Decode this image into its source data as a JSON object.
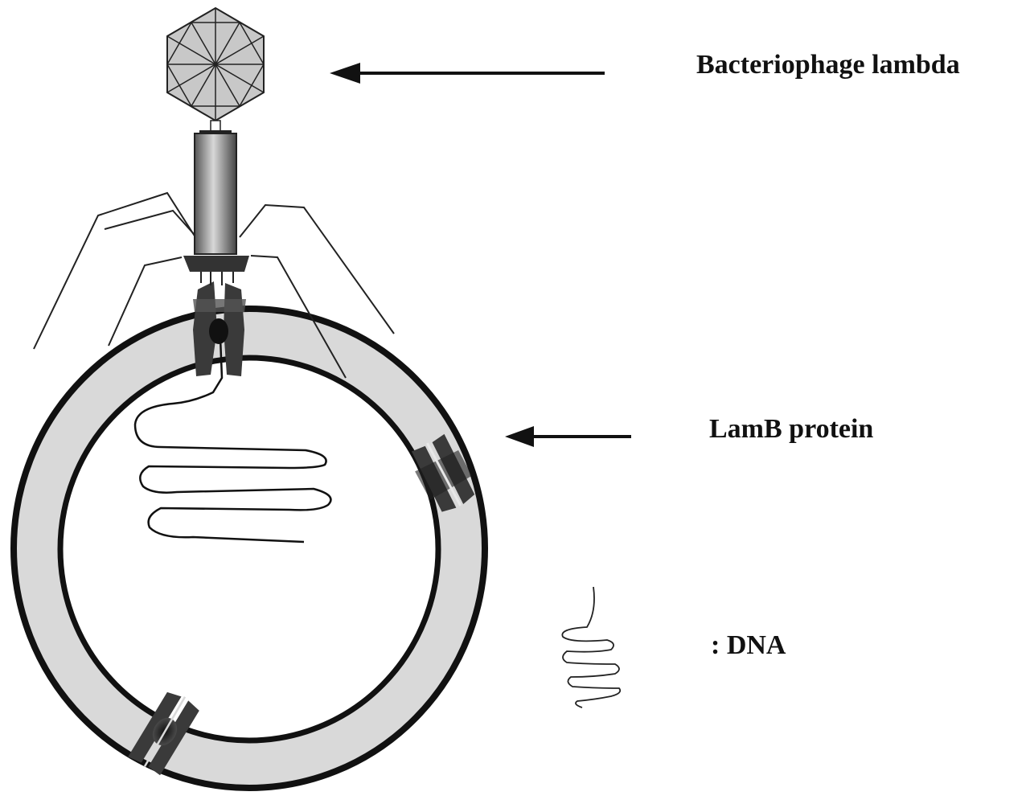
{
  "labels": {
    "phage": "Bacteriophage lambda",
    "lamb": "LamB protein",
    "dna": ": DNA"
  },
  "colors": {
    "membrane_fill": "#d9d9d9",
    "outline": "#111111",
    "capsid_fill": "#c8c8c8",
    "protein": "#3a3a3a"
  }
}
